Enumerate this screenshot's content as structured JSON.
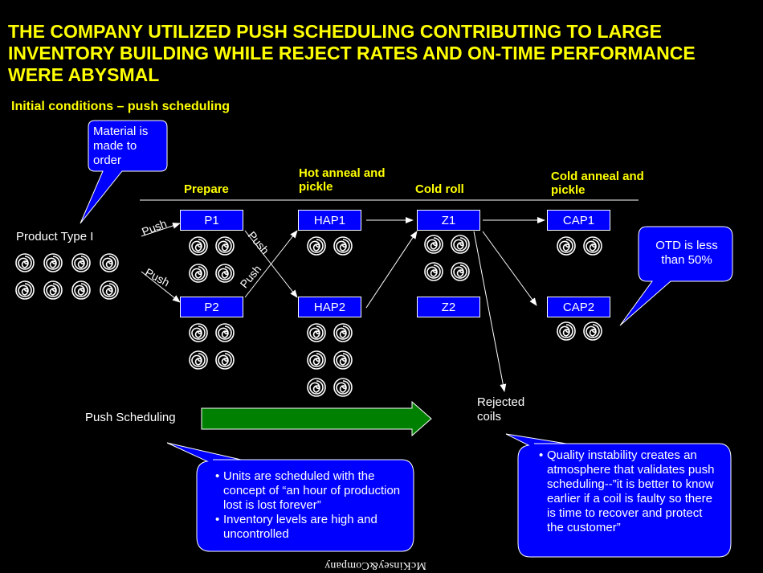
{
  "title": "THE COMPANY UTILIZED PUSH SCHEDULING CONTRIBUTING TO LARGE INVENTORY BUILDING WHILE REJECT RATES AND ON-TIME PERFORMANCE WERE ABYSMAL",
  "subtitle": "Initial conditions – push scheduling",
  "stages": {
    "prepare": "Prepare",
    "hot_anneal": "Hot anneal and pickle",
    "cold_roll": "Cold roll",
    "cold_anneal": "Cold anneal and pickle"
  },
  "boxes": {
    "p1": "P1",
    "p2": "P2",
    "hap1": "HAP1",
    "hap2": "HAP2",
    "z1": "Z1",
    "z2": "Z2",
    "cap1": "CAP1",
    "cap2": "CAP2"
  },
  "push_label": "Push",
  "product_type": "Product Type I",
  "rejected": "Rejected coils",
  "push_scheduling": "Push Scheduling",
  "callouts": {
    "material": "Material is made to order",
    "otd": "OTD is less than 50%",
    "units": [
      "Units are scheduled with the concept of “an hour of production lost is lost forever”",
      "Inventory levels are high and uncontrolled"
    ],
    "quality": [
      "Quality instability creates an atmosphere that validates push scheduling--”it is better to know earlier if a coil is faulty so there is time to recover and protect the customer”"
    ]
  },
  "logo": "McKinsey&Company",
  "colors": {
    "title": "#ffff00",
    "box": "#0000ff",
    "callout": "#0000ff",
    "arrow_fill": "#008000"
  }
}
